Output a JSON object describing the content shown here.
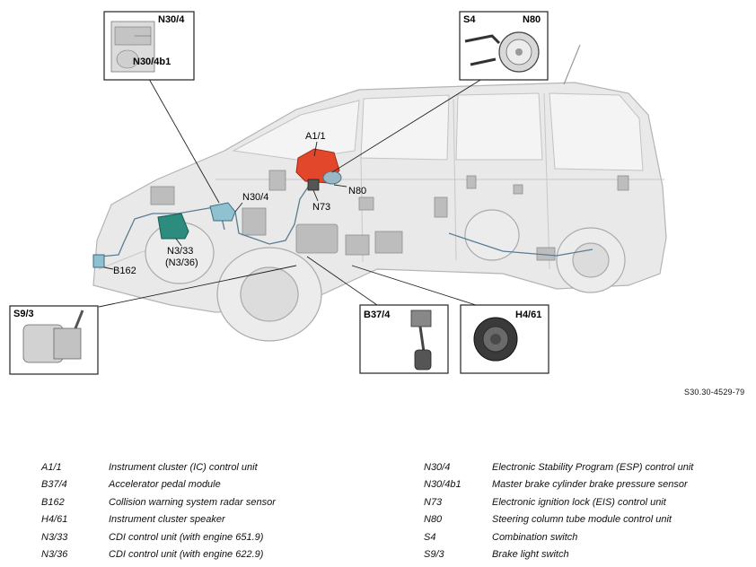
{
  "callouts": {
    "n30_4_box": "N30/4",
    "n30_4b1_box": "N30/4b1",
    "s4": "S4",
    "n80_box": "N80",
    "a1_1": "A1/1",
    "n80": "N80",
    "n73": "N73",
    "n30_4": "N30/4",
    "n3_33": "N3/33",
    "n3_36": "(N3/36)",
    "b162": "B162",
    "s9_3": "S9/3",
    "b37_4": "B37/4",
    "h4_61": "H4/61"
  },
  "reference_code": "S30.30-4529-79",
  "legend": {
    "left": [
      {
        "code": "A1/1",
        "desc": "Instrument cluster (IC) control unit"
      },
      {
        "code": "B37/4",
        "desc": "Accelerator pedal module"
      },
      {
        "code": "B162",
        "desc": "Collision warning system radar sensor"
      },
      {
        "code": "H4/61",
        "desc": "Instrument cluster speaker"
      },
      {
        "code": "N3/33",
        "desc": "CDI control unit (with engine 651.9)"
      },
      {
        "code": "N3/36",
        "desc": "CDI control unit (with engine 622.9)"
      }
    ],
    "right": [
      {
        "code": "N30/4",
        "desc": "Electronic Stability Program (ESP) control unit"
      },
      {
        "code": "N30/4b1",
        "desc": "Master brake cylinder brake pressure sensor"
      },
      {
        "code": "N73",
        "desc": "Electronic ignition lock (EIS) control unit"
      },
      {
        "code": "N80",
        "desc": "Steering column tube module control unit"
      },
      {
        "code": "S4",
        "desc": "Combination switch"
      },
      {
        "code": "S9/3",
        "desc": "Brake light switch"
      }
    ]
  }
}
